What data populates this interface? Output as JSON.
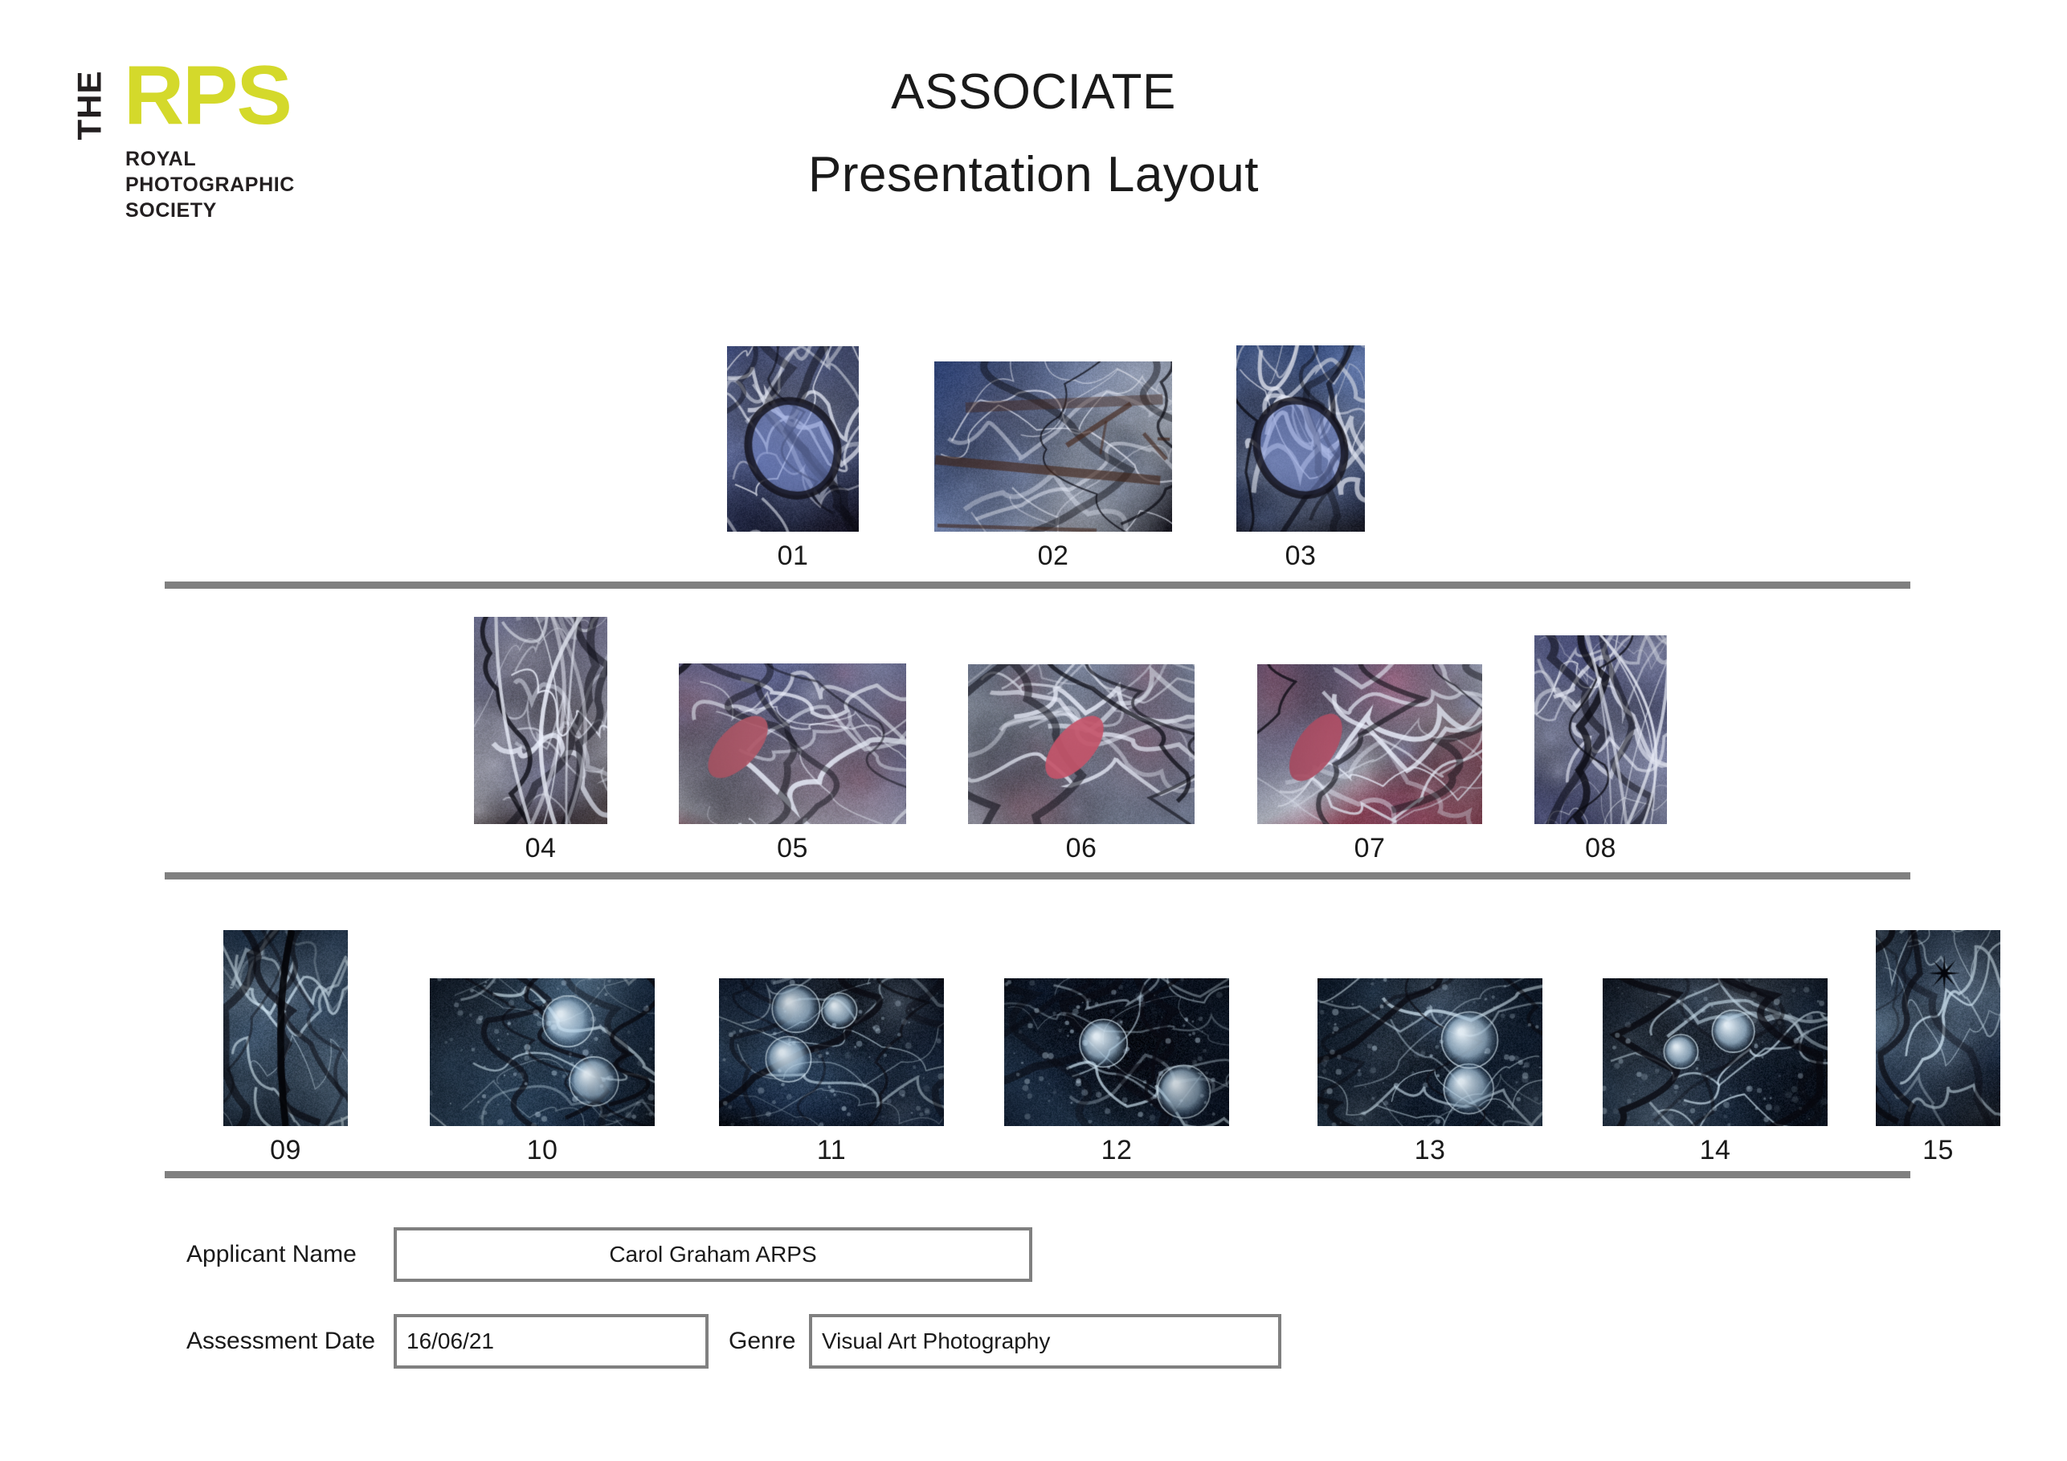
{
  "logo": {
    "the": "THE",
    "acronym": "RPS",
    "subtitle": "ROYAL\nPHOTOGRAPHIC\nSOCIETY",
    "accent_color": "#D4D92B",
    "text_color": "#231F20"
  },
  "header": {
    "title": "ASSOCIATE",
    "subtitle": "Presentation Layout"
  },
  "separator_color": "#808080",
  "panels": [
    {
      "row": 1,
      "items": [
        {
          "caption": "01",
          "orientation": "portrait",
          "palette": [
            "#4a5fae",
            "#8d9bd6",
            "#1b1a2e",
            "#c3cbe8",
            "#2f3a63"
          ],
          "motif": "lens-swirl"
        },
        {
          "caption": "02",
          "orientation": "square",
          "palette": [
            "#3c5ca8",
            "#9fb2e0",
            "#15141f",
            "#6b4a3a",
            "#d5deef"
          ],
          "motif": "web-cracks"
        },
        {
          "caption": "03",
          "orientation": "portrait",
          "palette": [
            "#3f63b4",
            "#8ea4da",
            "#14131d",
            "#cbd6ee",
            "#2a3f7a"
          ],
          "motif": "ribbon"
        }
      ]
    },
    {
      "row": 2,
      "items": [
        {
          "caption": "04",
          "orientation": "tall",
          "palette": [
            "#8f93c4",
            "#c8c9e4",
            "#3a2a28",
            "#6f74b0",
            "#e2e3f1"
          ],
          "motif": "streaks"
        },
        {
          "caption": "05",
          "orientation": "landscape",
          "palette": [
            "#7b83bb",
            "#bfc3e0",
            "#b05868",
            "#2b2533",
            "#e6e8f3"
          ],
          "motif": "leaf-red"
        },
        {
          "caption": "06",
          "orientation": "landscape",
          "palette": [
            "#8d98b4",
            "#b9c2d6",
            "#c4556a",
            "#5c6478",
            "#dfe5ee"
          ],
          "motif": "leaf-center"
        },
        {
          "caption": "07",
          "orientation": "landscape",
          "palette": [
            "#6e7cb6",
            "#aeb8dd",
            "#b04f66",
            "#2a2a3c",
            "#e3e7f4"
          ],
          "motif": "fan-streaks"
        },
        {
          "caption": "08",
          "orientation": "portrait",
          "palette": [
            "#7e86bf",
            "#b2b9dd",
            "#5a60a0",
            "#dfe2f0",
            "#3c417a"
          ],
          "motif": "grass-lines"
        }
      ]
    },
    {
      "row": 3,
      "items": [
        {
          "caption": "09",
          "orientation": "tall",
          "palette": [
            "#2c4a6e",
            "#6f8fae",
            "#0a0d16",
            "#a8bdd0",
            "#1a2c44"
          ],
          "motif": "dark-crack"
        },
        {
          "caption": "10",
          "orientation": "landscape",
          "palette": [
            "#14233a",
            "#4d7397",
            "#05070d",
            "#b9d2e4",
            "#20395a"
          ],
          "motif": "dark-bubble"
        },
        {
          "caption": "11",
          "orientation": "landscape",
          "palette": [
            "#12203a",
            "#4a6d94",
            "#05070d",
            "#c2d6e6",
            "#1d3458"
          ],
          "motif": "dark-frost"
        },
        {
          "caption": "12",
          "orientation": "landscape",
          "palette": [
            "#0e1a2e",
            "#3f6287",
            "#04060b",
            "#c8dae8",
            "#1b3052"
          ],
          "motif": "dark-branch"
        },
        {
          "caption": "13",
          "orientation": "landscape",
          "palette": [
            "#15263d",
            "#4e7398",
            "#06080e",
            "#cfe0ee",
            "#203a5c"
          ],
          "motif": "dark-twin-bubble"
        },
        {
          "caption": "14",
          "orientation": "landscape",
          "palette": [
            "#0d1728",
            "#3c5f86",
            "#03050a",
            "#c6d8e8",
            "#18304f"
          ],
          "motif": "dark-loop"
        },
        {
          "caption": "15",
          "orientation": "portrait",
          "palette": [
            "#2a4262",
            "#7695b4",
            "#060810",
            "#b6c8d8",
            "#1d3050"
          ],
          "motif": "dark-star"
        }
      ]
    }
  ],
  "form": {
    "applicant_name_label": "Applicant Name",
    "applicant_name_value": "Carol Graham ARPS",
    "assessment_date_label": "Assessment Date",
    "assessment_date_value": "16/06/21",
    "genre_label": "Genre",
    "genre_value": "Visual Art Photography"
  }
}
